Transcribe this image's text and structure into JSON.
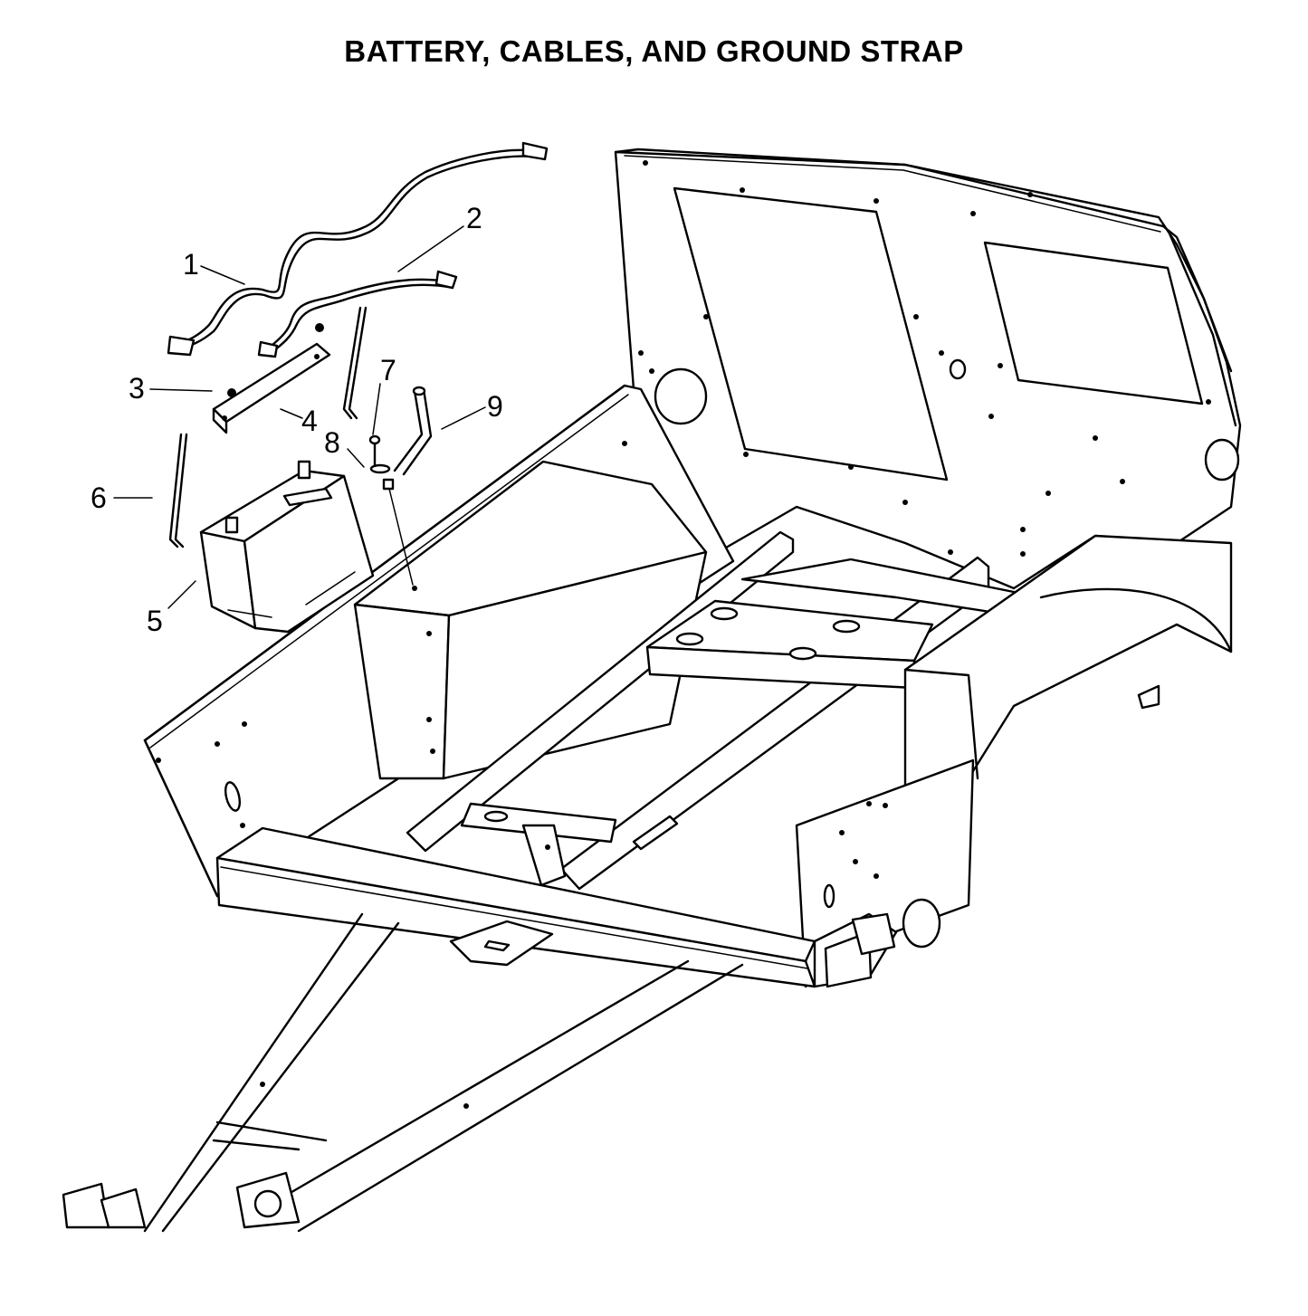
{
  "title": "BATTERY, CABLES, AND GROUND STRAP",
  "callouts": [
    {
      "id": "1",
      "label": "1"
    },
    {
      "id": "2",
      "label": "2"
    },
    {
      "id": "3",
      "label": "3"
    },
    {
      "id": "4",
      "label": "4"
    },
    {
      "id": "5",
      "label": "5"
    },
    {
      "id": "6",
      "label": "6"
    },
    {
      "id": "7",
      "label": "7"
    },
    {
      "id": "8",
      "label": "8"
    },
    {
      "id": "9",
      "label": "9"
    }
  ],
  "colors": {
    "line": "#000000",
    "background": "#ffffff"
  }
}
